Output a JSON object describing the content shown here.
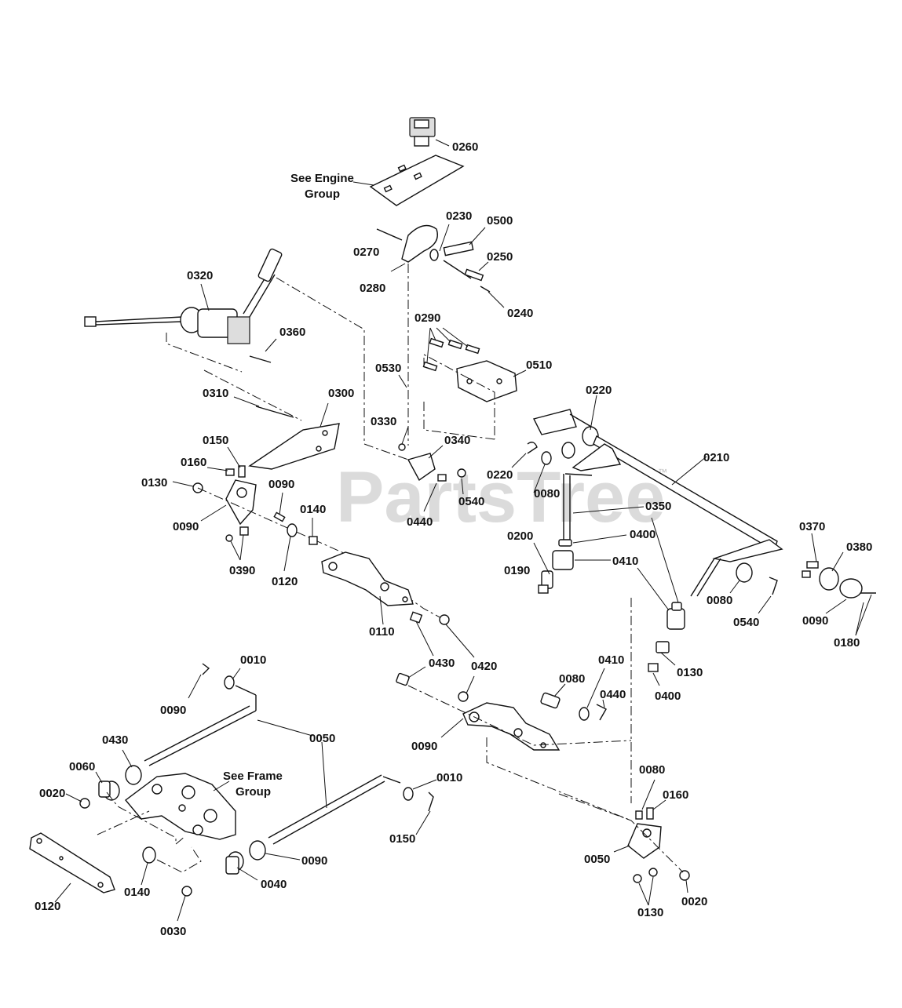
{
  "watermark": "PartsTree",
  "watermark_mark": "™",
  "notes": {
    "engine_line1": "See Engine",
    "engine_line2": "Group",
    "frame_line1": "See Frame",
    "frame_line2": "Group"
  },
  "callouts": [
    "0260",
    "0270",
    "0230",
    "0500",
    "0250",
    "0280",
    "0240",
    "0320",
    "0360",
    "0290",
    "0530",
    "0510",
    "0220",
    "0310",
    "0300",
    "0330",
    "0340",
    "0150",
    "0160",
    "0130",
    "0090",
    "0210",
    "0540",
    "0220",
    "0090",
    "0140",
    "0440",
    "0350",
    "0370",
    "0200",
    "0400",
    "0380",
    "0190",
    "0410",
    "0390",
    "0120",
    "0080",
    "0540",
    "0090",
    "0180",
    "0110",
    "0430",
    "0420",
    "0130",
    "0400",
    "0410",
    "0080",
    "0440",
    "0090",
    "0090",
    "0430",
    "0050",
    "0060",
    "0020",
    "0010",
    "0080",
    "0160",
    "0150",
    "0090",
    "0050",
    "0140",
    "0040",
    "0020",
    "0130",
    "0120",
    "0030",
    "0010",
    "0080"
  ]
}
